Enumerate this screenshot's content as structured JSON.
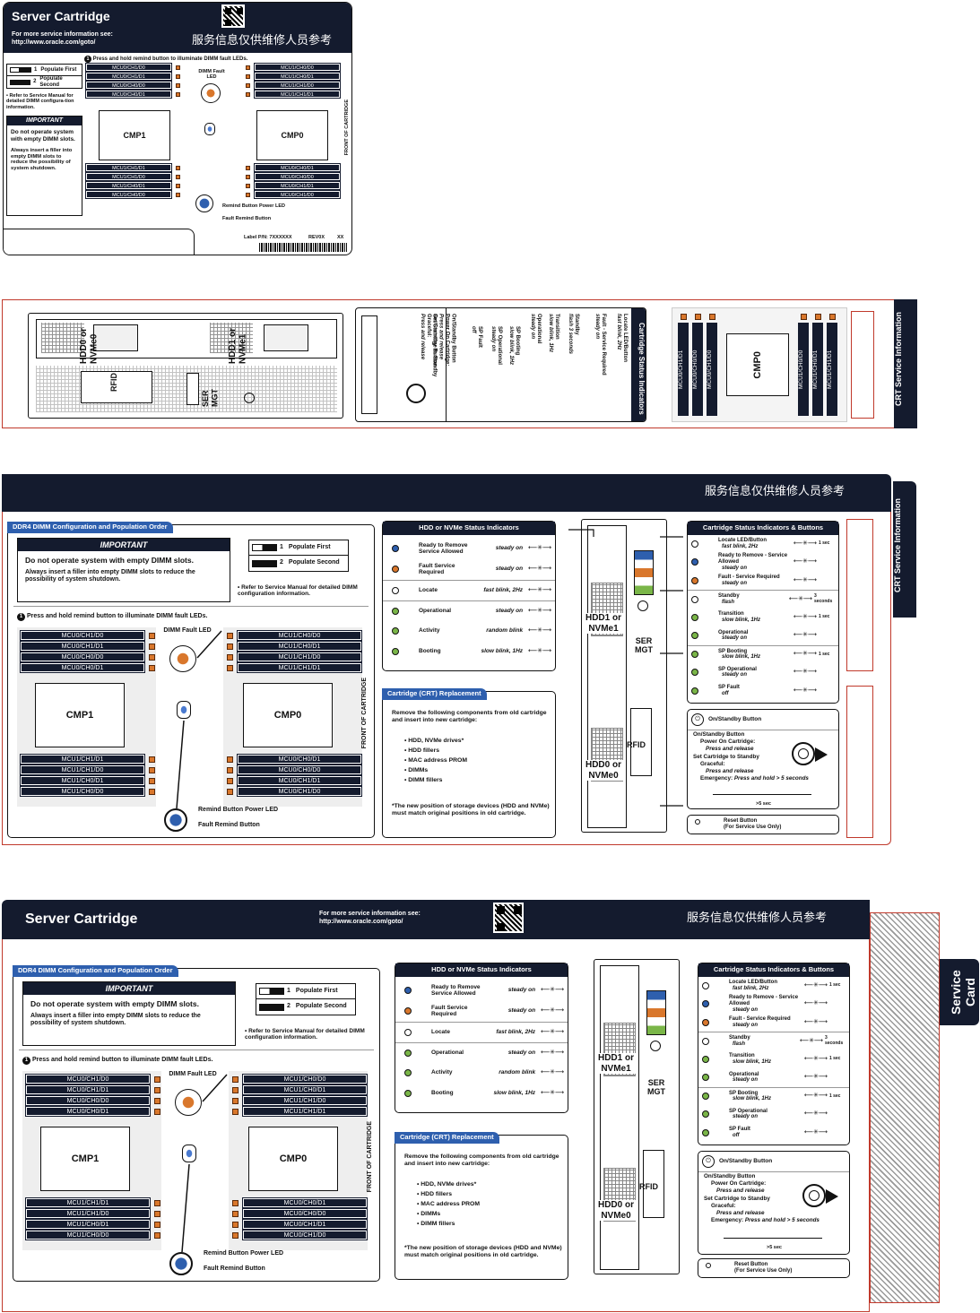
{
  "card1": {
    "title": "Server Cartridge",
    "info_line1": "For more service information see:",
    "info_line2": "http://www.oracle.com/goto/",
    "chinese": "服务信息仅供维修人员参考",
    "step1": "Press and hold remind button to illuminate DIMM fault LEDs.",
    "populate_first": "Populate First",
    "populate_second": "Populate Second",
    "manual_note": "• Refer to Service Manual for detailed DIMM configura-tion information.",
    "important": "IMPORTANT",
    "important_text": "Do not operate system with empty DIMM slots.",
    "filler_text": "Always insert a filler into empty DIMM slots to reduce the possibility of system shutdown.",
    "dimm_fault_led": "DIMM Fault LED",
    "front": "FRONT OF CARTRIDGE",
    "remind_power": "Remind Button Power LED",
    "fault_remind": "Fault Remind Button",
    "label_pn": "Label P/N: 7XXXXXX",
    "rev": "REV0X",
    "xx": "XX",
    "cmp1": "CMP1",
    "cmp0": "CMP0",
    "left_top": [
      "MCU0/CH1/D0",
      "MCU0/CH1/D1",
      "MCU0/CH0/D0",
      "MCU0/CH0/D1"
    ],
    "left_bottom": [
      "MCU1/CH1/D1",
      "MCU1/CH1/D0",
      "MCU1/CH0/D1",
      "MCU1/CH0/D0"
    ],
    "right_top": [
      "MCU1/CH0/D0",
      "MCU1/CH0/D1",
      "MCU1/CH1/D0",
      "MCU1/CH1/D1"
    ],
    "right_bottom": [
      "MCU0/CH0/D1",
      "MCU0/CH0/D0",
      "MCU0/CH1/D1",
      "MCU0/CH1/D0"
    ]
  },
  "card2": {
    "side_title": "CRT Service Information",
    "status_title": "Cartridge Status Indicators",
    "locate": "Locate LED/Button",
    "locate_sub": "fast blink, 2Hz",
    "fault": "Fault - Service Required",
    "fault_sub": "steady on",
    "standby": "Standby",
    "standby_sub": "flash 3 seconds",
    "transition": "Transition",
    "transition_sub": "slow blink, 1Hz",
    "operational": "Operational",
    "operational_sub": "steady on",
    "sp_booting": "SP Booting",
    "sp_booting_sub": "slow blink, 1Hz",
    "sp_operational": "SP Operational",
    "sp_operational_sub": "steady on",
    "sp_fault": "SP Fault",
    "sp_fault_sub": "off",
    "onstandby": "On/Standby Button",
    "onstandby2": "On/Standby Button",
    "power_on": "Power On Cartridge:",
    "press_release": "Press and release",
    "set_standby": "Set Cartridge to Standby",
    "graceful": "Graceful:",
    "press_release2": "Press and release",
    "hdd1": "HDD1 or NVMe1",
    "hdd0": "HDD0 or NVMe0",
    "rfid": "RFID",
    "ser": "SER MGT",
    "cmp0": "CMP0",
    "dimms_a": [
      "MCU0/CH1/D1",
      "MCU0/CH0/D0",
      "MCU0/CH1/D0"
    ],
    "dimms_b": [
      "MCU1/CH0/D0",
      "MCU1/CH0/D1",
      "MCU1/CH1/D1"
    ]
  },
  "card3": {
    "chinese": "服务信息仅供维修人员参考",
    "side_title": "CRT Service Information",
    "dimm_head": "DDR4 DIMM Configuration and Population Order",
    "important": "IMPORTANT",
    "important_text": "Do not operate system with empty DIMM slots.",
    "filler_text": "Always insert a filler into empty DIMM slots to reduce the possibility of system shutdown.",
    "populate_first": "Populate First",
    "populate_second": "Populate Second",
    "manual_note": "• Refer to Service Manual for detailed DIMM configuration information.",
    "step1": "Press and hold remind button to illuminate DIMM fault LEDs.",
    "dimm_fault_led": "DIMM Fault LED",
    "front": "FRONT OF CARTRIDGE",
    "remind_power": "Remind Button Power LED",
    "fault_remind": "Fault Remind Button",
    "cmp1": "CMP1",
    "cmp0": "CMP0",
    "left_top": [
      "MCU0/CH1/D0",
      "MCU0/CH1/D1",
      "MCU0/CH0/D0",
      "MCU0/CH0/D1"
    ],
    "left_bottom": [
      "MCU1/CH1/D1",
      "MCU1/CH1/D0",
      "MCU1/CH0/D1",
      "MCU1/CH0/D0"
    ],
    "right_top": [
      "MCU1/CH0/D0",
      "MCU1/CH0/D1",
      "MCU1/CH1/D0",
      "MCU1/CH1/D1"
    ],
    "right_bottom": [
      "MCU0/CH0/D1",
      "MCU0/CH0/D0",
      "MCU0/CH1/D1",
      "MCU0/CH1/D0"
    ],
    "hdd_head": "HDD or NVMe Status Indicators",
    "hdd_rows": [
      {
        "label": "Ready to Remove Service Allowed",
        "state": "steady on"
      },
      {
        "label": "Fault Service Required",
        "state": "steady on"
      },
      {
        "label": "Locate",
        "state": "fast blink, 2Hz"
      },
      {
        "label": "Operational",
        "state": "steady on"
      },
      {
        "label": "Activity",
        "state": "random blink"
      },
      {
        "label": "Booting",
        "state": "slow blink, 1Hz"
      }
    ],
    "crt_head": "Cartridge (CRT) Replacement",
    "crt_intro": "Remove the following components from old cartridge and insert into new cartridge:",
    "crt_items": [
      "• HDD, NVMe drives*",
      "• HDD fillers",
      "• MAC address PROM",
      "• DIMMs",
      "• DIMM fillers"
    ],
    "crt_note": "*The new position of storage devices (HDD and NVMe) must match original positions in old cartridge.",
    "hdd1": "HDD1 or NVMe1",
    "hdd0": "HDD0 or NVMe0",
    "ser": "SER MGT",
    "rfid": "RFID",
    "status_head": "Cartridge Status Indicators & Buttons",
    "status_rows": [
      {
        "label": "Locate LED/Button",
        "state": "fast blink, 2Hz"
      },
      {
        "label": "Ready to Remove - Service Allowed",
        "state": "steady on"
      },
      {
        "label": "Fault - Service Required",
        "state": "steady on"
      },
      {
        "label": "Standby",
        "state": "flash"
      },
      {
        "label": "Transition",
        "state": "slow blink, 1Hz"
      },
      {
        "label": "Operational",
        "state": "steady on"
      },
      {
        "label": "SP Booting",
        "state": "slow blink, 1Hz"
      },
      {
        "label": "SP Operational",
        "state": "steady on"
      },
      {
        "label": "SP Fault",
        "state": "off"
      }
    ],
    "three_sec": "3 seconds",
    "one_sec": "1 sec",
    "onstandby": "On/Standby Button",
    "onstandby2": "On/Standby Button",
    "power_on": "Power On Cartridge:",
    "press_release": "Press and release",
    "set_standby": "Set Cartridge to Standby",
    "graceful": "Graceful:",
    "press_release2": "Press and release",
    "emergency": "Emergency:",
    "emergency_sub": "Press and hold > 5 seconds",
    "five_sec": ">5 sec",
    "reset": "Reset Button",
    "reset_sub": "(For Service Use Only)"
  },
  "card4": {
    "title": "Server Cartridge",
    "info_line1": "For more service information see:",
    "info_line2": "http://www.oracle.com/goto/",
    "chinese": "服务信息仅供维修人员参考",
    "tab": "Service Card"
  },
  "colors": {
    "navy": "#141b2e",
    "blue": "#2e5fae",
    "orange": "#d9772c",
    "red": "#c0392b",
    "green": "#7ab648"
  }
}
